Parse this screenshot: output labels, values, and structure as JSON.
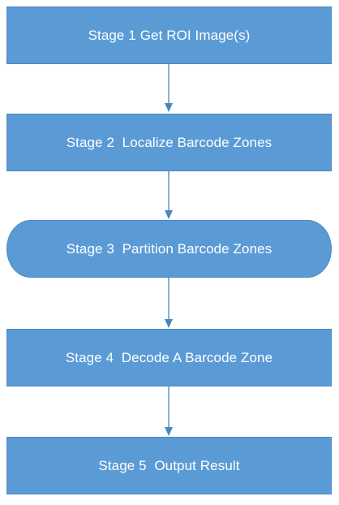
{
  "flowchart": {
    "colors": {
      "box_fill": "#5b9bd5",
      "box_border": "#4a87c0",
      "text": "#ffffff",
      "arrow": "#4a87c0"
    },
    "stages": [
      {
        "label": "Stage 1 Get ROI Image(s)",
        "shape": "rectangle"
      },
      {
        "label": "Stage 2  Localize Barcode Zones",
        "shape": "rectangle"
      },
      {
        "label": "Stage 3  Partition Barcode Zones",
        "shape": "rounded"
      },
      {
        "label": "Stage 4  Decode A Barcode Zone",
        "shape": "rectangle"
      },
      {
        "label": "Stage 5  Output Result",
        "shape": "rectangle"
      }
    ]
  }
}
